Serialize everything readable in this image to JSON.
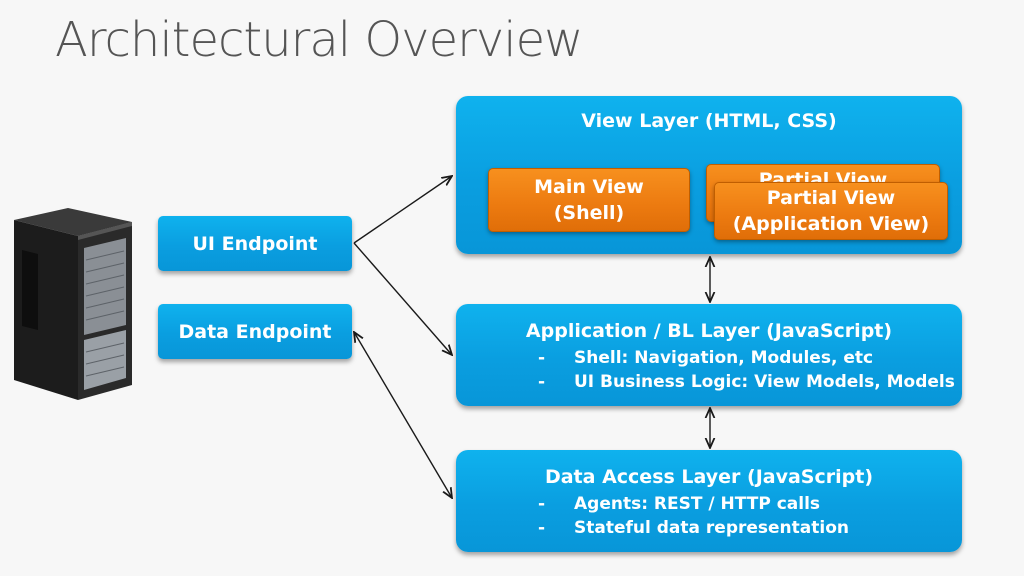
{
  "slide": {
    "title": "Architectural Overview"
  },
  "endpoints": {
    "ui": "UI Endpoint",
    "data": "Data Endpoint"
  },
  "view_layer": {
    "title": "View Layer (HTML, CSS)",
    "main_view": [
      "Main View",
      "(Shell)"
    ],
    "partial_view_back": "Partial View",
    "partial_view_front": [
      "Partial View",
      "(Application View)"
    ]
  },
  "app_layer": {
    "title": "Application / BL Layer (JavaScript)",
    "bullets": [
      "Shell: Navigation, Modules, etc",
      "UI Business Logic: View Models, Models"
    ]
  },
  "data_layer": {
    "title": "Data Access Layer (JavaScript)",
    "bullets": [
      "Agents: REST / HTTP calls",
      "Stateful data representation"
    ]
  },
  "colors": {
    "layer_blue": "#0aa0e2",
    "view_orange": "#ee7d12",
    "title_gray": "#555555"
  }
}
